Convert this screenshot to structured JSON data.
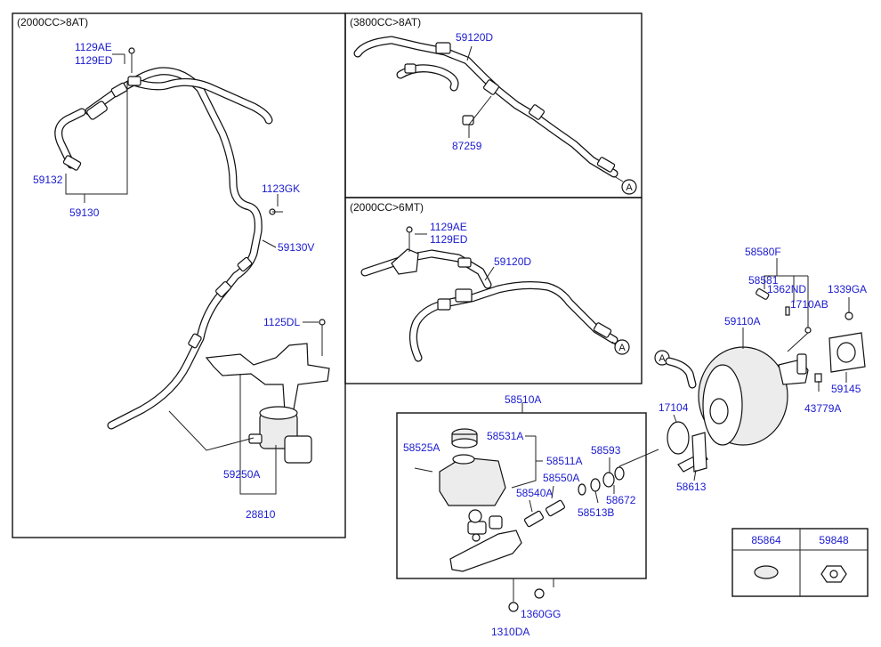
{
  "panels": {
    "left_header": "(2000CC>8AT)",
    "top_right_header": "(3800CC>8AT)",
    "mid_right_header": "(2000CC>6MT)"
  },
  "labels": {
    "l_1129AE": "1129AE",
    "l_1129ED": "1129ED",
    "l_59132": "59132",
    "l_59130": "59130",
    "l_1123GK": "1123GK",
    "l_59130V": "59130V",
    "l_1125DL": "1125DL",
    "l_59250A": "59250A",
    "l_28810": "28810",
    "tr_59120D": "59120D",
    "tr_87259": "87259",
    "mr_1129AE": "1129AE",
    "mr_1129ED": "1129ED",
    "mr_59120D": "59120D",
    "r_58580F": "58580F",
    "r_58581": "58581",
    "r_1362ND": "1362ND",
    "r_1339GA": "1339GA",
    "r_1710AB": "1710AB",
    "r_59110A": "59110A",
    "r_59145": "59145",
    "r_43779A": "43779A",
    "r_17104": "17104",
    "r_58613": "58613",
    "m_58510A": "58510A",
    "m_58525A": "58525A",
    "m_58531A": "58531A",
    "m_58511A": "58511A",
    "m_58593": "58593",
    "m_58550A": "58550A",
    "m_58540A": "58540A",
    "m_58672": "58672",
    "m_58513B": "58513B",
    "m_1360GG": "1360GG",
    "m_1310DA": "1310DA"
  },
  "connector_marker": "A",
  "legend_table": {
    "col1": "85864",
    "col2": "59848"
  }
}
